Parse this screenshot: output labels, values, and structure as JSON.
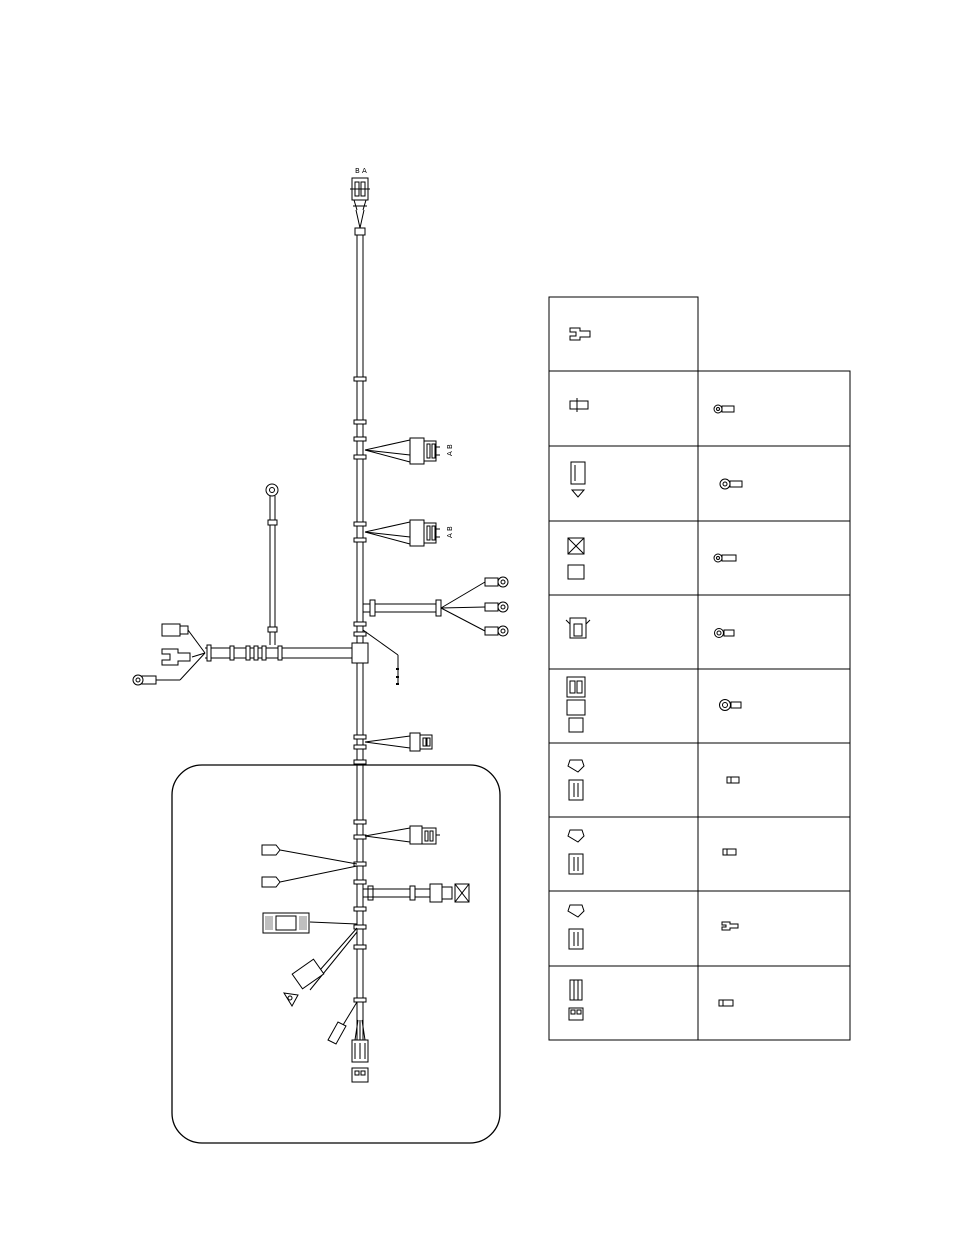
{
  "labels": {
    "top_connector": "B A",
    "branch_1": "A B",
    "branch_2": "A B"
  }
}
